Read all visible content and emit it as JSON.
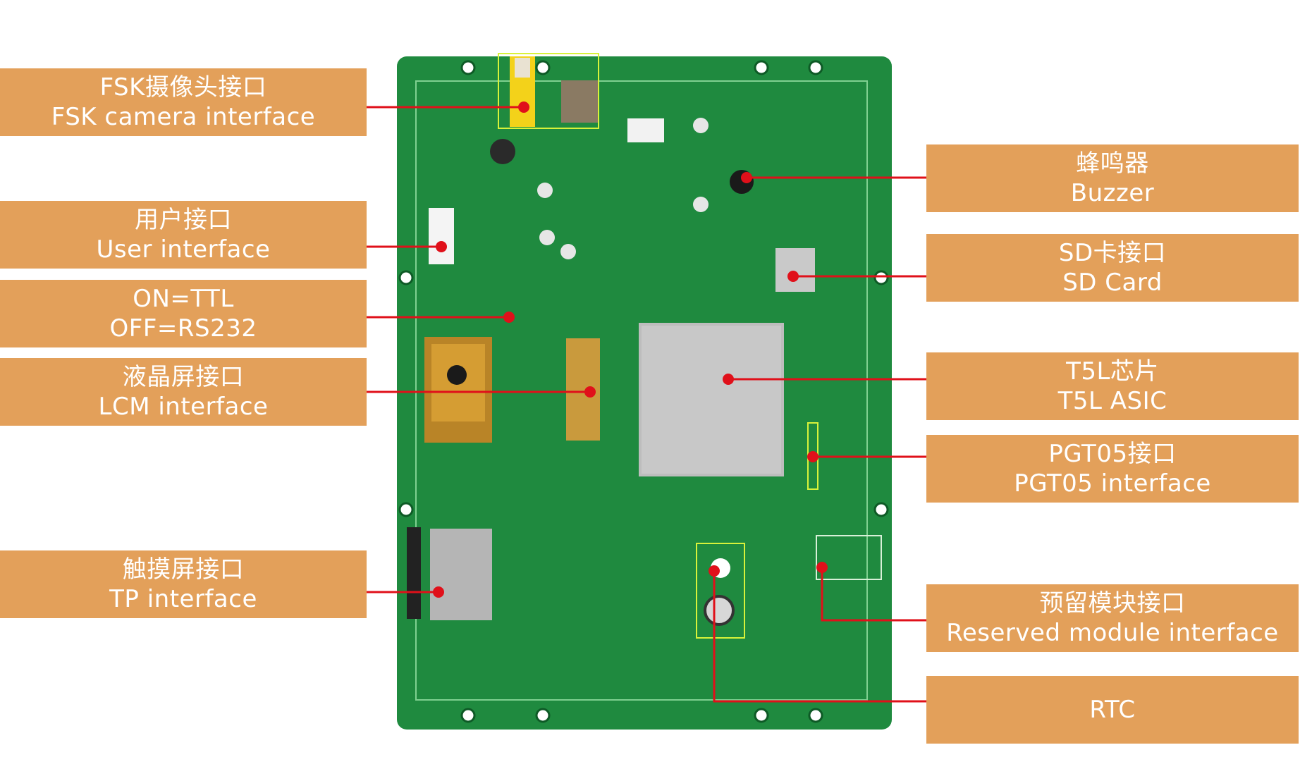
{
  "labels": {
    "fsk": {
      "cn": "FSK摄像头接口",
      "en": "FSK camera interface"
    },
    "user": {
      "cn": "用户接口",
      "en": "User interface"
    },
    "ttl": {
      "cn": "ON=TTL",
      "en": "OFF=RS232"
    },
    "lcm": {
      "cn": "液晶屏接口",
      "en": "LCM interface"
    },
    "tp": {
      "cn": "触摸屏接口",
      "en": "TP interface"
    },
    "buzzer": {
      "cn": "蜂鸣器",
      "en": "Buzzer"
    },
    "sd": {
      "cn": "SD卡接口",
      "en": "SD Card"
    },
    "t5l": {
      "cn": "T5L芯片",
      "en": "T5L ASIC"
    },
    "pgt": {
      "cn": "PGT05接口",
      "en": "PGT05 interface"
    },
    "reserved": {
      "cn": "预留模块接口",
      "en": "Reserved module interface"
    },
    "rtc": {
      "en": "RTC"
    }
  },
  "colors": {
    "label_bg": "#e3a05a",
    "label_text": "#ffffff",
    "pcb": "#1f8a3f",
    "pointer": "#e0101a",
    "highlight": "#d8f23a"
  }
}
